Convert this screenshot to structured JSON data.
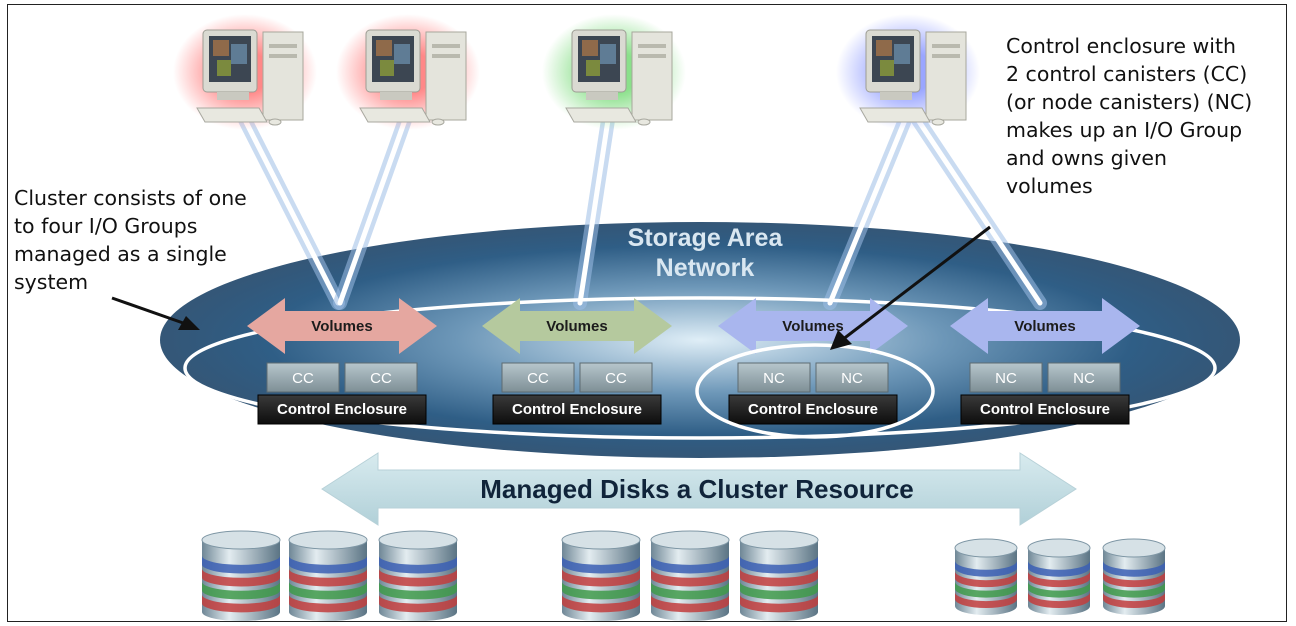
{
  "san_label": [
    "Storage Area",
    "Network"
  ],
  "annotation_left": [
    "Cluster consists of one",
    "to four I/O Groups",
    "managed as a single",
    "system"
  ],
  "annotation_right": [
    "Control enclosure with",
    "2 control canisters (CC)",
    "(or node canisters) (NC)",
    "makes up an I/O Group",
    "and owns given",
    "volumes"
  ],
  "io_groups": [
    {
      "volumes_label": "Volumes",
      "canister_a": "CC",
      "canister_b": "CC",
      "enclosure_label": "Control Enclosure"
    },
    {
      "volumes_label": "Volumes",
      "canister_a": "CC",
      "canister_b": "CC",
      "enclosure_label": "Control Enclosure"
    },
    {
      "volumes_label": "Volumes",
      "canister_a": "NC",
      "canister_b": "NC",
      "enclosure_label": "Control Enclosure"
    },
    {
      "volumes_label": "Volumes",
      "canister_a": "NC",
      "canister_b": "NC",
      "enclosure_label": "Control Enclosure"
    }
  ],
  "managed_disks_label": "Managed Disks a Cluster Resource",
  "colors": {
    "san_dark": "#2c5a82",
    "arrow_red": "#e5a7a0",
    "arrow_green": "#b5c99e",
    "arrow_blue": "#a9b6ee",
    "canister": "#8e9ea4",
    "glow_red": "#ff8a8a",
    "glow_green": "#8fe08f",
    "glow_blue": "#9aa8ff",
    "resource_arrow": "#c5dde3"
  },
  "host_glows": [
    "red",
    "red",
    "green",
    "blue"
  ],
  "computer_icon": "desktop-computer-icon",
  "disk_icon": "disk-cylinder-icon"
}
